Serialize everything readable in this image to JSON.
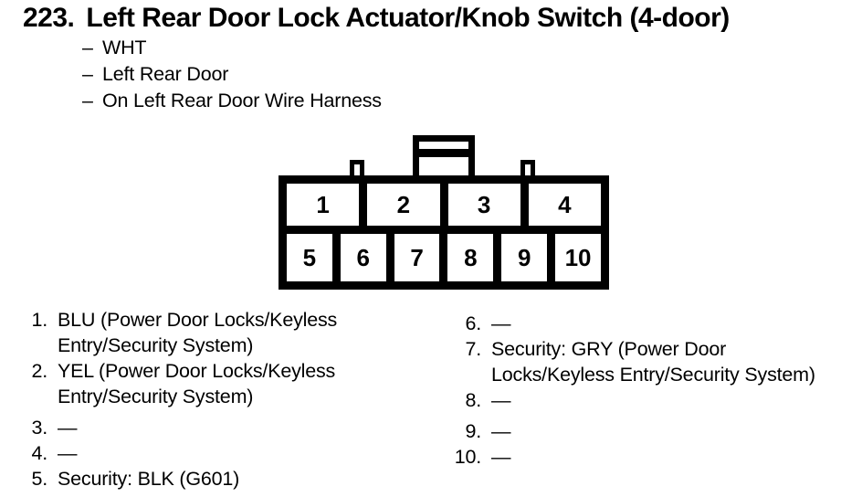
{
  "page": {
    "background_color": "#ffffff",
    "ink_color": "#000000"
  },
  "header": {
    "index": "223.",
    "title": "Left Rear Door Lock Actuator/Knob Switch (4-door)",
    "bullets": [
      {
        "dash": "–",
        "text": "WHT"
      },
      {
        "dash": "–",
        "text": "Left Rear Door"
      },
      {
        "dash": "–",
        "text": "On Left Rear Door Wire Harness"
      }
    ]
  },
  "connector": {
    "top_row_pins": [
      "1",
      "2",
      "3",
      "4"
    ],
    "bottom_row_pins": [
      "5",
      "6",
      "7",
      "8",
      "9",
      "10"
    ]
  },
  "legend": {
    "left_column": [
      {
        "num": "1.",
        "lines": [
          "BLU (Power Door Locks/Keyless",
          "Entry/Security System)"
        ]
      },
      {
        "num": "2.",
        "lines": [
          "YEL (Power Door Locks/Keyless",
          "Entry/Security System)"
        ]
      },
      {
        "num": "3.",
        "lines": [
          "—"
        ]
      },
      {
        "num": "4.",
        "lines": [
          "—"
        ]
      },
      {
        "num": "5.",
        "lines": [
          "Security: BLK (G601)"
        ]
      }
    ],
    "right_column": [
      {
        "num": "6.",
        "lines": [
          "—"
        ]
      },
      {
        "num": "7.",
        "lines": [
          "Security: GRY (Power Door",
          "Locks/Keyless Entry/Security System)"
        ]
      },
      {
        "num": "8.",
        "lines": [
          "—"
        ]
      },
      {
        "num": "9.",
        "lines": [
          "—"
        ]
      },
      {
        "num": "10.",
        "lines": [
          "—"
        ]
      }
    ]
  }
}
